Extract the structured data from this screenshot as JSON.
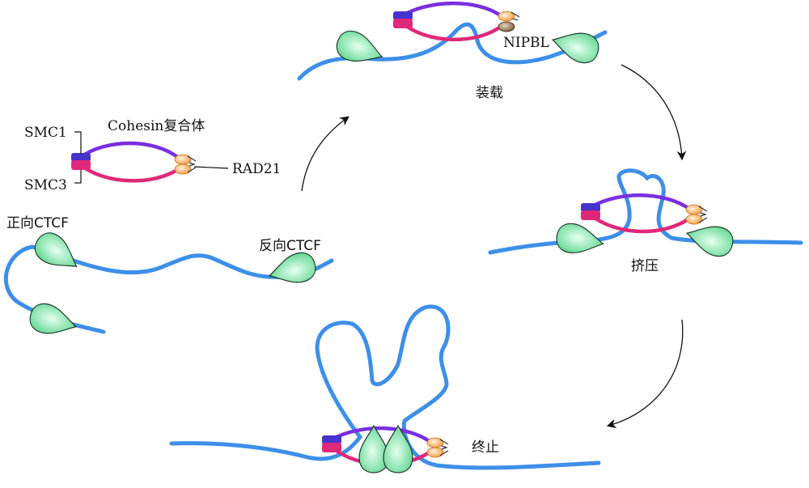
{
  "labels": {
    "smc1": "SMC1",
    "smc3": "SMC3",
    "cohesin": "Cohesin复合体",
    "rad21": "RAD21",
    "forward_ctcf": "正向CTCF",
    "reverse_ctcf": "反向CTCF",
    "nipbl": "NIPBL"
  },
  "steps": {
    "loading": "装载",
    "extrusion": "挤压",
    "termination": "终止"
  },
  "colors": {
    "dna": "#3d8fe8",
    "smc1_arm": "#7a2ee0",
    "smc3_arm": "#e0287a",
    "head_blue": "#4433cc",
    "head_pink": "#e0287a",
    "rad21": "#f5a04a",
    "ctcf_fill": "#74e0a0",
    "nipbl": "#7a5a3a"
  }
}
